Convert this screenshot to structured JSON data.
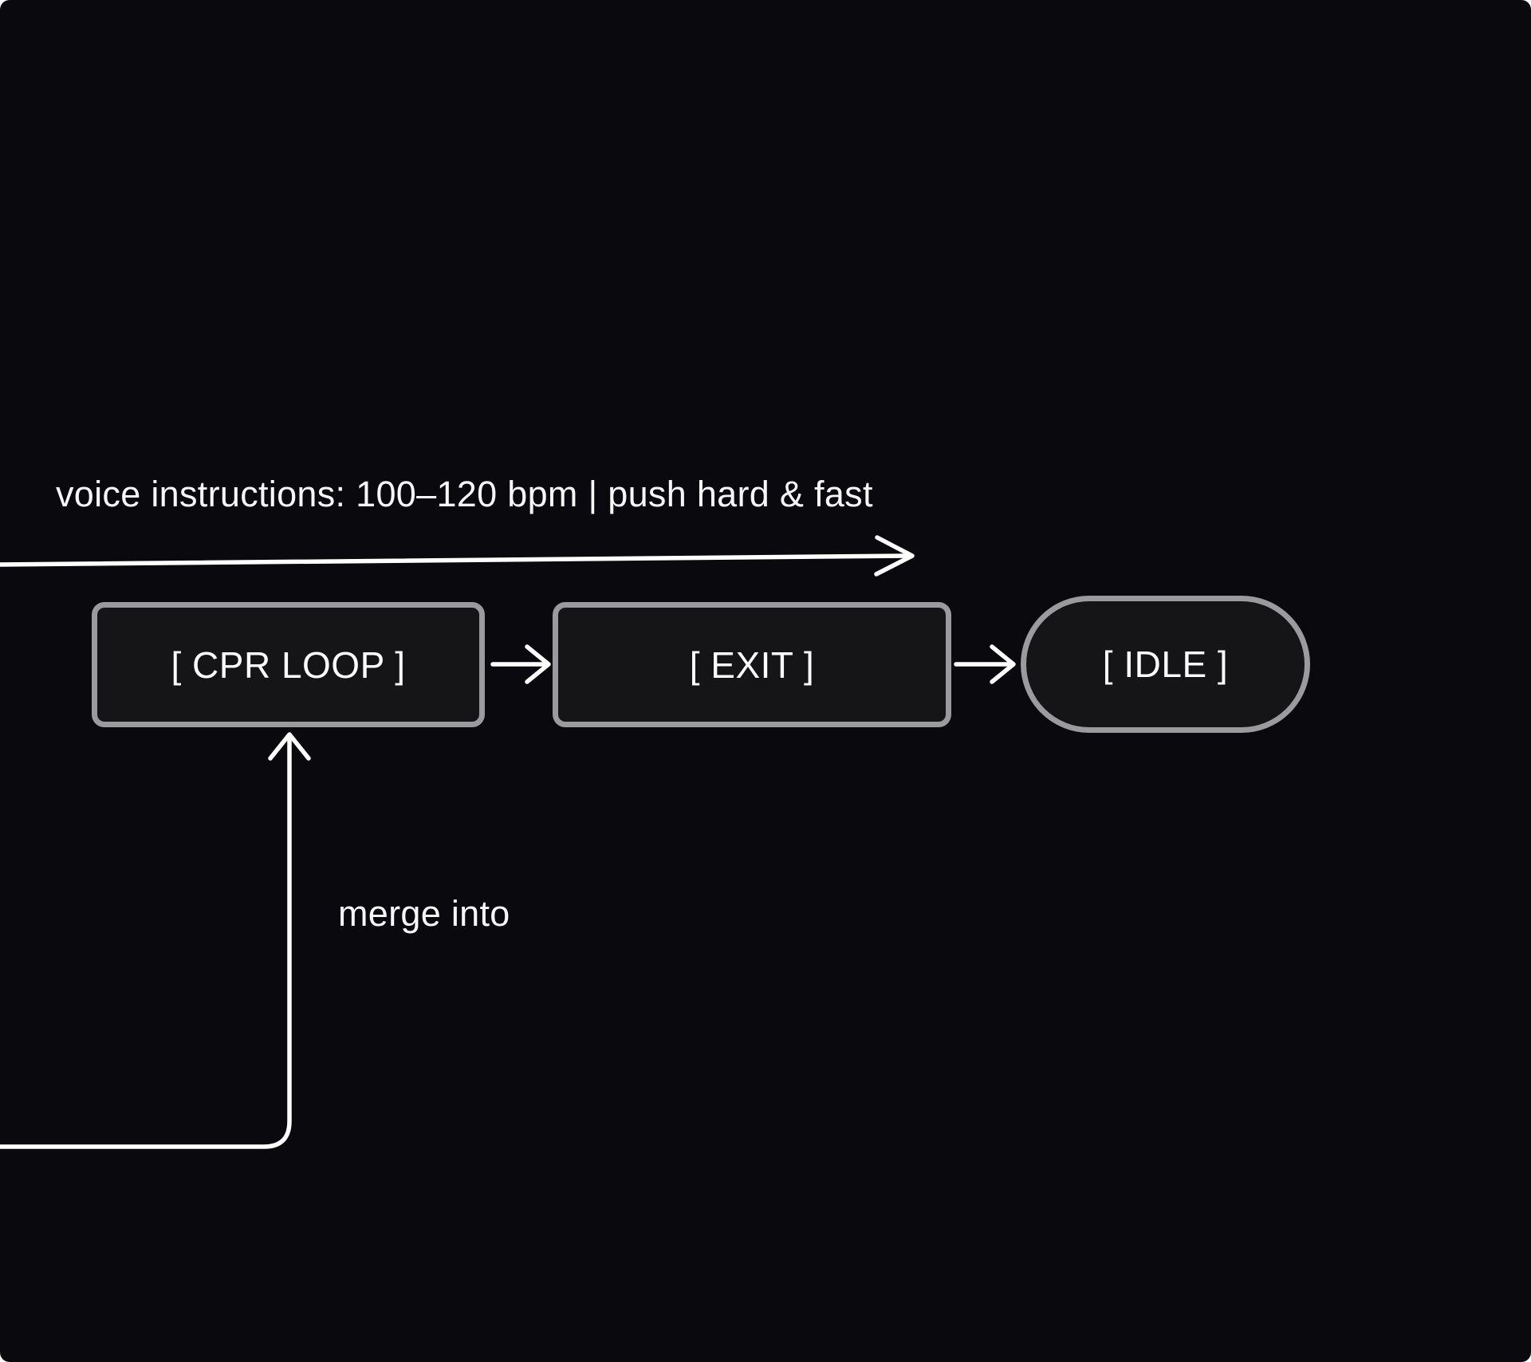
{
  "canvas": {
    "background": "#0a0a0e",
    "node_fill": "#151518",
    "node_border": "#9b9b9d",
    "line_color": "#ffffff",
    "text_color": "#f7f7f8"
  },
  "diagram": {
    "type": "flowchart",
    "nodes": [
      {
        "id": "cpr-loop",
        "label": "[ CPR LOOP ]",
        "shape": "rectangle"
      },
      {
        "id": "exit",
        "label": "[ EXIT ]",
        "shape": "rectangle"
      },
      {
        "id": "idle",
        "label": "[ IDLE ]",
        "shape": "stadium"
      }
    ],
    "edges": [
      {
        "id": "voice-instructions",
        "from": "offscreen-left",
        "to": "offscreen-right",
        "label": "voice instructions: 100–120 bpm | push hard & fast"
      },
      {
        "id": "cpr-to-exit",
        "from": "cpr-loop",
        "to": "exit",
        "label": ""
      },
      {
        "id": "exit-to-idle",
        "from": "exit",
        "to": "idle",
        "label": ""
      },
      {
        "id": "merge-into",
        "from": "offscreen-bottom-left",
        "to": "cpr-loop",
        "label": "merge into"
      }
    ]
  }
}
